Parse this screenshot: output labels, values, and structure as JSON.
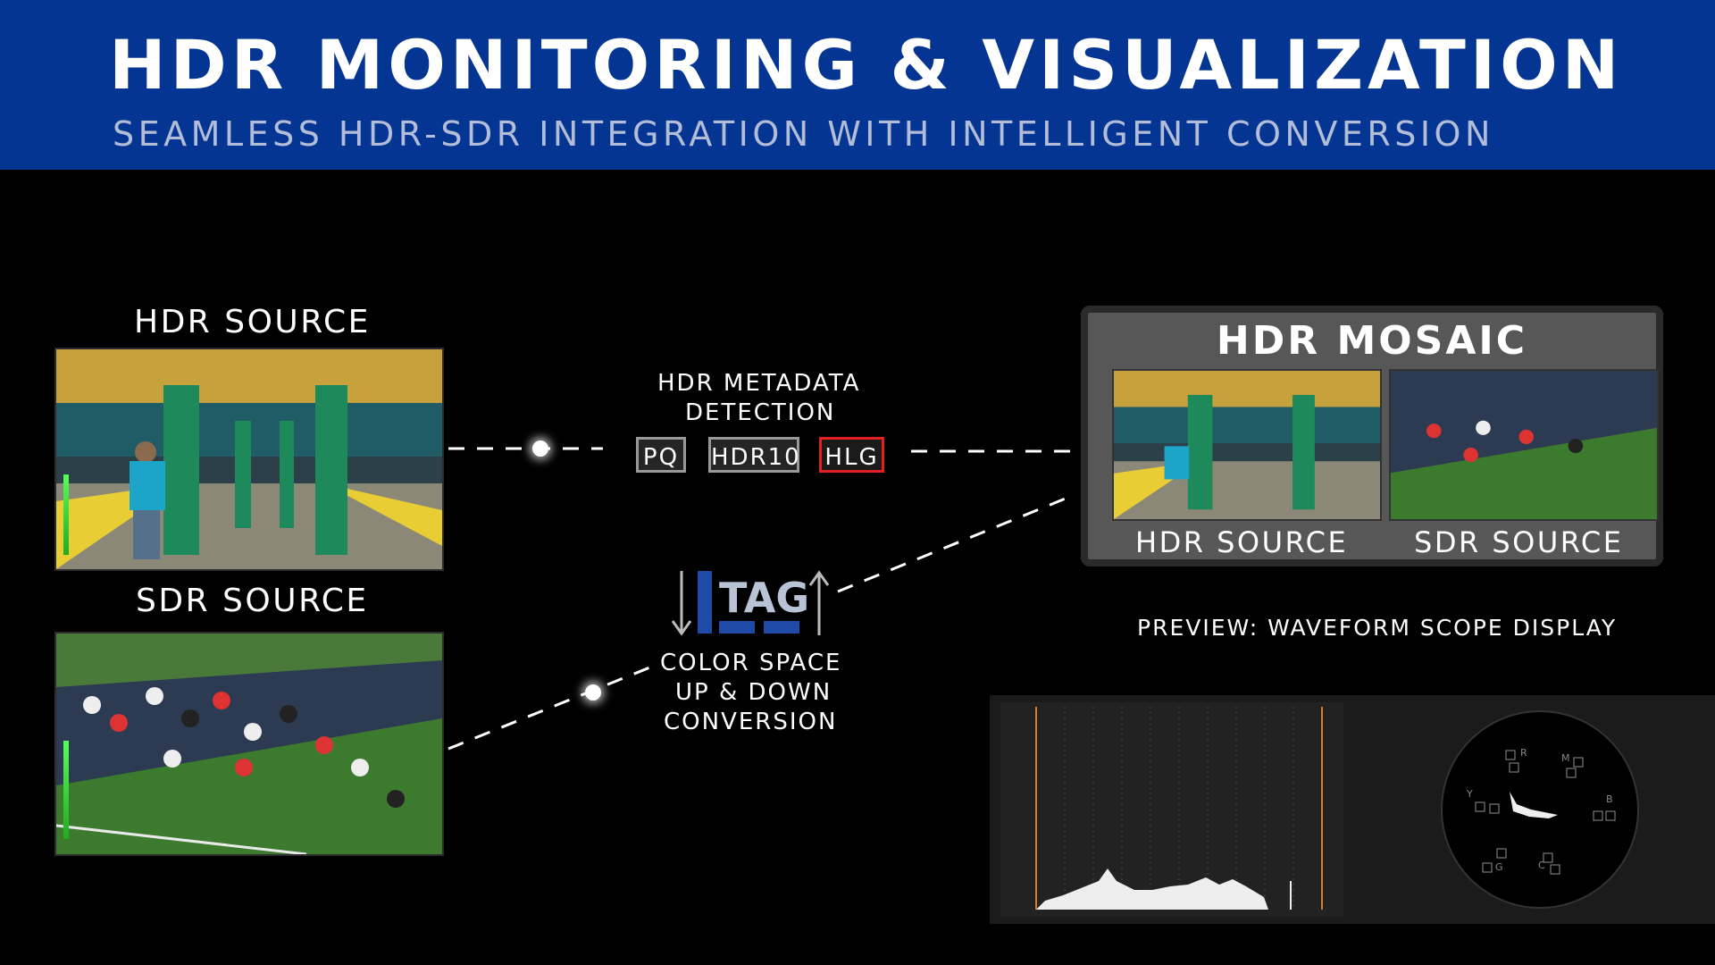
{
  "header": {
    "title": "HDR MONITORING & VISUALIZATION",
    "subtitle": "SEAMLESS HDR-SDR INTEGRATION WITH INTELLIGENT CONVERSION"
  },
  "sources": {
    "hdr_label": "HDR SOURCE",
    "sdr_label": "SDR SOURCE"
  },
  "metadata": {
    "label_line1": "HDR METADATA",
    "label_line2": "DETECTION",
    "formats": [
      {
        "label": "PQ",
        "selected": false
      },
      {
        "label": "HDR10",
        "selected": false
      },
      {
        "label": "HLG",
        "selected": true
      }
    ]
  },
  "conversion": {
    "logo_text": "TAG",
    "label_line1": "COLOR SPACE",
    "label_line2": "UP & DOWN",
    "label_line3": "CONVERSION"
  },
  "mosaic": {
    "title": "HDR MOSAIC",
    "tile1_label": "HDR SOURCE",
    "tile2_label": "SDR SOURCE"
  },
  "preview": {
    "label": "PREVIEW: WAVEFORM SCOPE DISPLAY",
    "vectorscope_targets": [
      "R",
      "M",
      "B",
      "C",
      "G",
      "Y"
    ]
  },
  "colors": {
    "banner": "#043592",
    "selected_border": "#e41f1f",
    "format_border": "#999999",
    "tag_blue": "#1f4aa8"
  }
}
